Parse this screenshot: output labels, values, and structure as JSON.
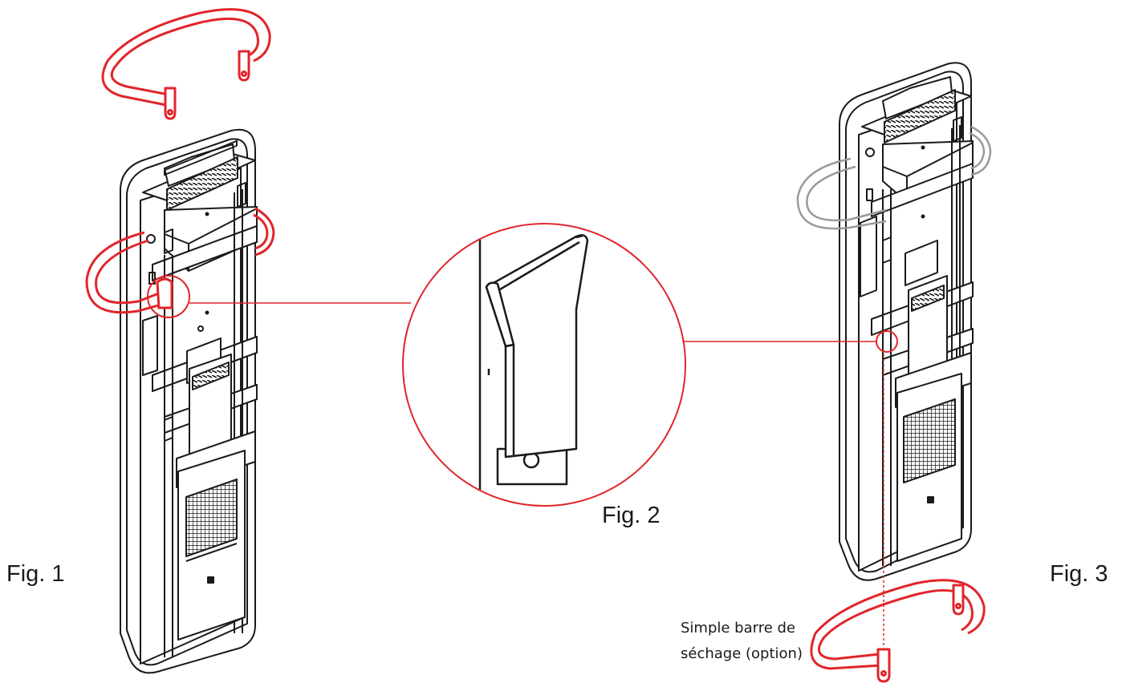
{
  "labels": {
    "fig1": "Fig. 1",
    "fig2": "Fig. 2",
    "fig3": "Fig. 3",
    "bar_note_line1": "Simple barre de",
    "bar_note_line2": "séchage (option)"
  },
  "colors": {
    "accent": "#e0262b",
    "line": "#1a1a1a",
    "ghost": "#9a9a9a",
    "background": "#ffffff"
  }
}
